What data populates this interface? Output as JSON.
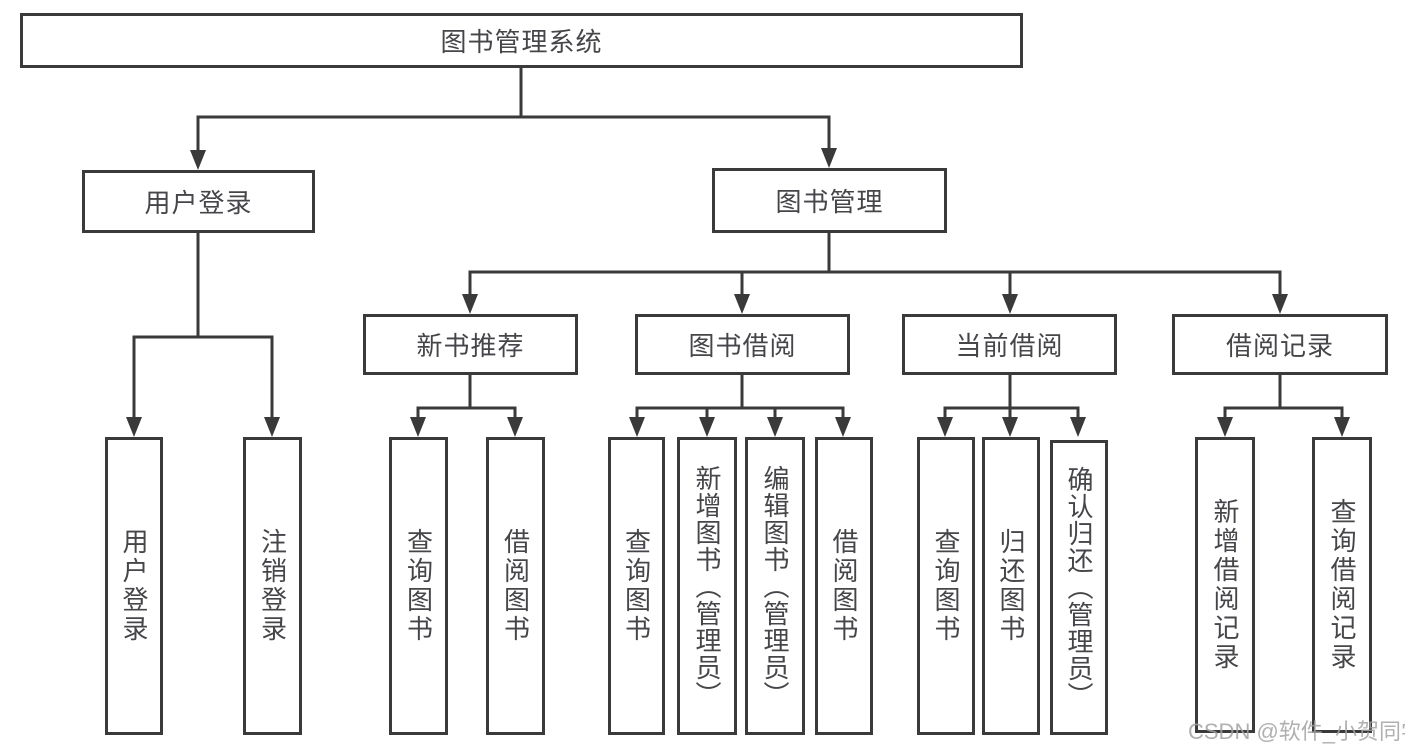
{
  "tree": {
    "root": {
      "label": "图书管理系统"
    },
    "branches": [
      {
        "label": "用户登录",
        "children": [
          {
            "label": "用户登录"
          },
          {
            "label": "注销登录"
          }
        ]
      },
      {
        "label": "图书管理",
        "children": [
          {
            "label": "新书推荐",
            "children": [
              {
                "label": "查询图书"
              },
              {
                "label": "借阅图书"
              }
            ]
          },
          {
            "label": "图书借阅",
            "children": [
              {
                "label": "查询图书"
              },
              {
                "label": "新增图书（管理员）"
              },
              {
                "label": "编辑图书（管理员）"
              },
              {
                "label": "借阅图书"
              }
            ]
          },
          {
            "label": "当前借阅",
            "children": [
              {
                "label": "查询图书"
              },
              {
                "label": "归还图书"
              },
              {
                "label": "确认归还（管理员）"
              }
            ]
          },
          {
            "label": "借阅记录",
            "children": [
              {
                "label": "新增借阅记录"
              },
              {
                "label": "查询借阅记录"
              }
            ]
          }
        ]
      }
    ]
  },
  "watermark": {
    "text": "CSDN @软件_小贺同学"
  },
  "colors": {
    "line": "#3a3a3a",
    "box_border": "#3a3a3a",
    "text": "#46464a",
    "watermark": "#a3a3a3",
    "background": "#ffffff"
  }
}
